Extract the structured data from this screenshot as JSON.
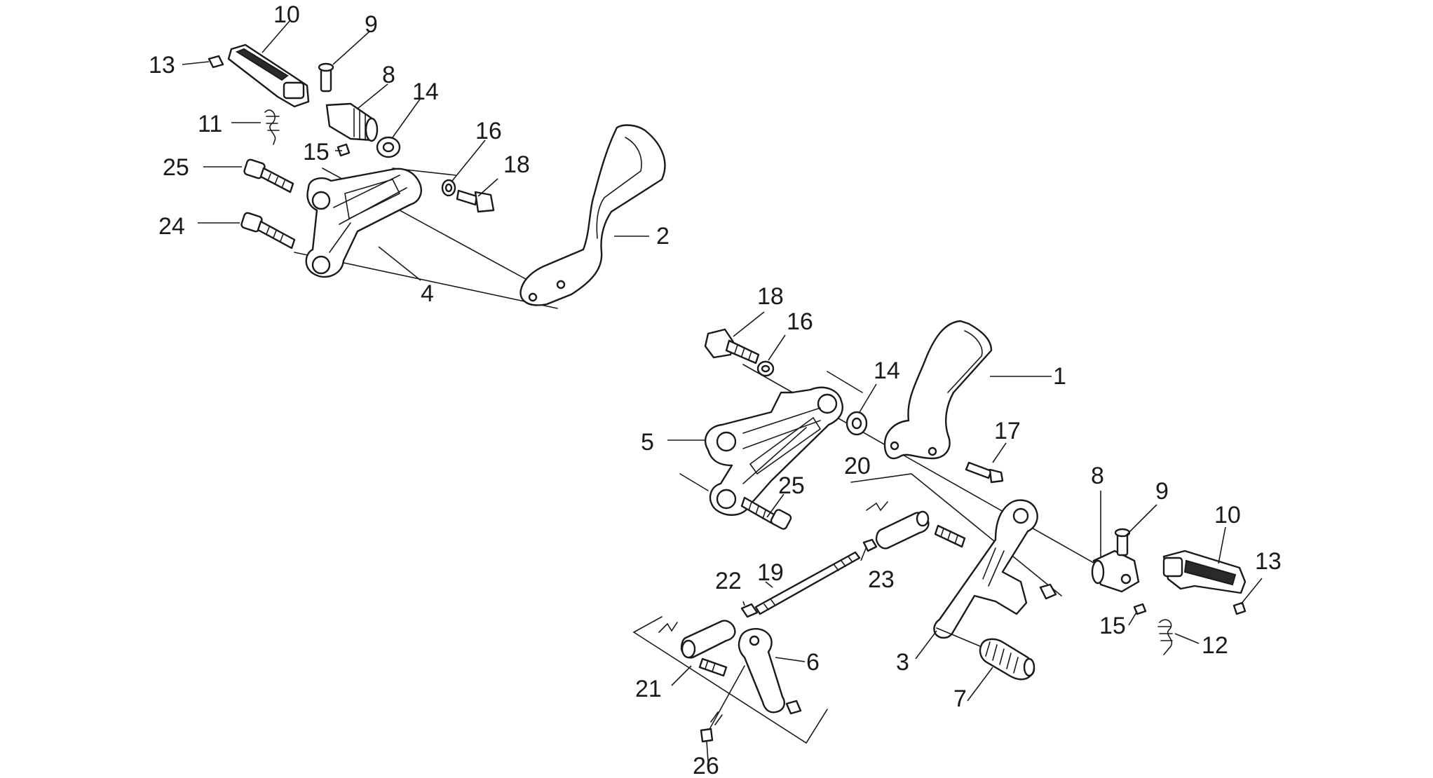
{
  "callouts": {
    "c1": "1",
    "c2": "2",
    "c3": "3",
    "c4": "4",
    "c5": "5",
    "c6": "6",
    "c7": "7",
    "c8a": "8",
    "c8b": "8",
    "c9a": "9",
    "c9b": "9",
    "c10a": "10",
    "c10b": "10",
    "c11": "11",
    "c12": "12",
    "c13a": "13",
    "c13b": "13",
    "c14a": "14",
    "c14b": "14",
    "c15a": "15",
    "c15b": "15",
    "c16a": "16",
    "c16b": "16",
    "c17": "17",
    "c18a": "18",
    "c18b": "18",
    "c19": "19",
    "c20": "20",
    "c21": "21",
    "c22": "22",
    "c23": "23",
    "c24": "24",
    "c25a": "25",
    "c25b": "25",
    "c26": "26"
  }
}
